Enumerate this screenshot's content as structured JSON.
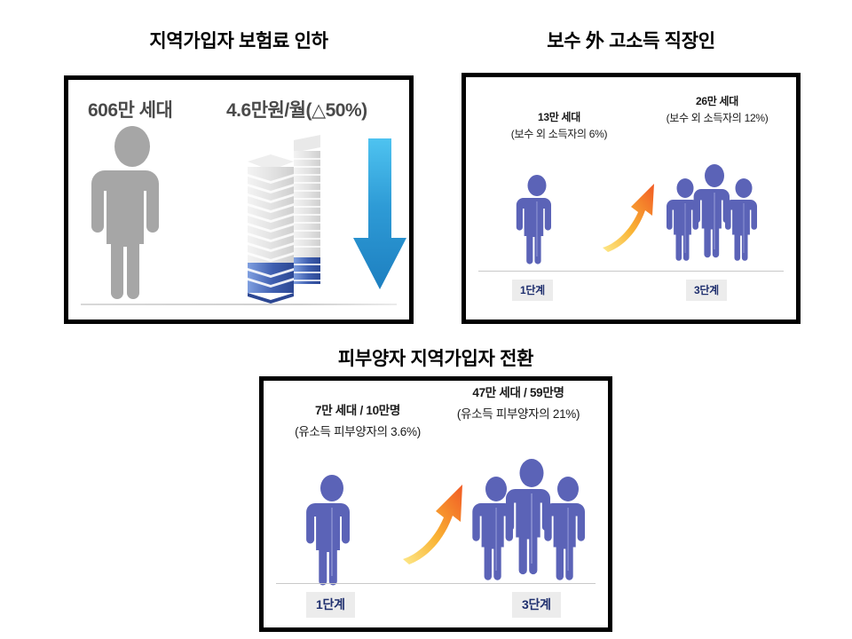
{
  "page": {
    "background_color": "#ffffff"
  },
  "panels": [
    {
      "id": "reduction",
      "title": "지역가입자 보험료 인하",
      "households_label": "606만 세대",
      "premium_label": "4.6만원/월(△50%)",
      "icons": {
        "person": "person-icon",
        "tower": "building-tower-icon",
        "arrow": "down-arrow-icon"
      },
      "colors": {
        "person": "#a6a6a6",
        "tower_top": "#e4e4e4",
        "tower_bottom": "#3f5fb0",
        "arrow": "#2e9bd6"
      }
    },
    {
      "id": "highincome",
      "title": "보수 外 고소득 직장인",
      "left": {
        "line1": "13만 세대",
        "line2": "(보수 외 소득자의 6%)",
        "stage": "1단계"
      },
      "right": {
        "line1": "26만 세대",
        "line2": "(보수 외 소득자의 12%)",
        "stage": "3단계"
      },
      "icons": {
        "single_person": "person-icon",
        "group_person": "people-group-icon",
        "growth_arrow": "growth-arrow-icon"
      },
      "colors": {
        "person": "#5b63b7",
        "arrow_start": "#f9d423",
        "arrow_end": "#f15a24",
        "stage_text": "#1f2f6e",
        "stage_bg": "#ececec"
      }
    },
    {
      "id": "dependent",
      "title": "피부양자 지역가입자 전환",
      "left": {
        "line1": "7만 세대 / 10만명",
        "line2": "(유소득 피부양자의 3.6%)",
        "stage": "1단계"
      },
      "right": {
        "line1": "47만 세대 / 59만명",
        "line2": "(유소득 피부양자의 21%)",
        "stage": "3단계"
      },
      "icons": {
        "single_person": "person-icon",
        "group_person": "people-group-icon",
        "growth_arrow": "growth-arrow-icon"
      },
      "colors": {
        "person": "#5b63b7",
        "arrow_start": "#f9d423",
        "arrow_end": "#f15a24",
        "stage_text": "#1f2f6e",
        "stage_bg": "#ececec"
      }
    }
  ]
}
